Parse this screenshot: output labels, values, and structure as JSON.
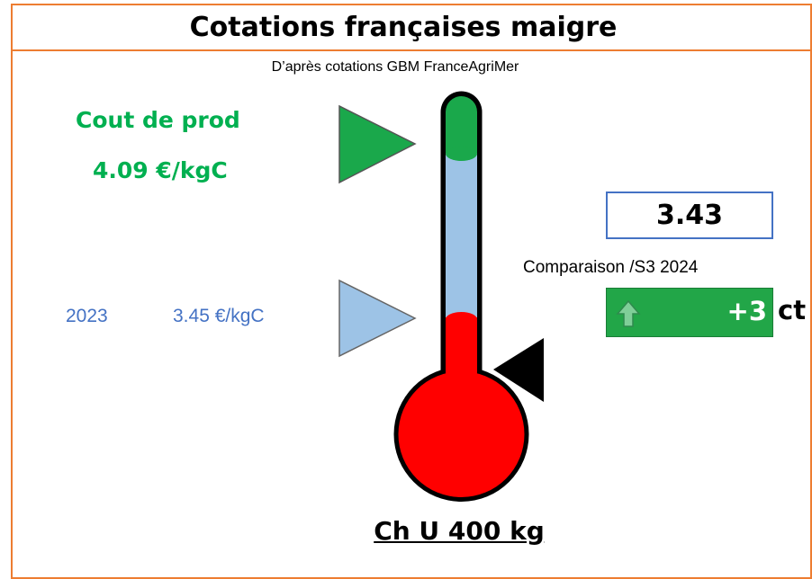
{
  "title": "Cotations françaises maigre",
  "subtitle": "D’après cotations GBM FranceAgriMer",
  "production_cost": {
    "label": "Cout de prod",
    "value": "4.09 €/kgC",
    "color": "#00b050"
  },
  "reference": {
    "year": "2023",
    "value": "3.45 €/kgC",
    "color": "#4472c4"
  },
  "current_price": "3.43",
  "comparison": {
    "label": "Comparaison /S3 2024",
    "change": "+3",
    "unit": "ct",
    "direction_icon": "arrow-up-icon",
    "color": "#22a648"
  },
  "category": "Ch U 400 kg",
  "thermometer": {
    "top_color": "#1aa84b",
    "mid_color": "#9dc3e6",
    "bulb_color": "#ff0000"
  }
}
